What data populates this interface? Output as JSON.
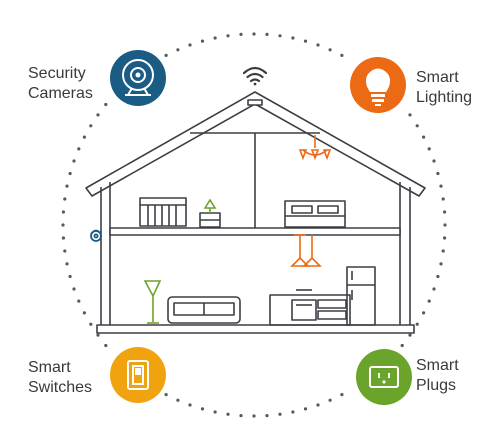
{
  "labels": {
    "security_cameras": {
      "line1": "Security",
      "line2": "Cameras"
    },
    "smart_lighting": {
      "line1": "Smart",
      "line2": "Lighting"
    },
    "smart_switches": {
      "line1": "Smart",
      "line2": "Switches"
    },
    "smart_plugs": {
      "line1": "Smart",
      "line2": "Plugs"
    }
  },
  "colors": {
    "security_cameras": "#1b5c84",
    "smart_lighting": "#ec6a13",
    "smart_switches": "#f0a30f",
    "smart_plugs": "#6aa42b",
    "house_outline": "#3b3f44",
    "dots": "#555a60"
  },
  "icons": [
    "camera-icon",
    "bulb-icon",
    "switch-icon",
    "plug-icon",
    "wifi-icon",
    "doorbell-icon"
  ]
}
